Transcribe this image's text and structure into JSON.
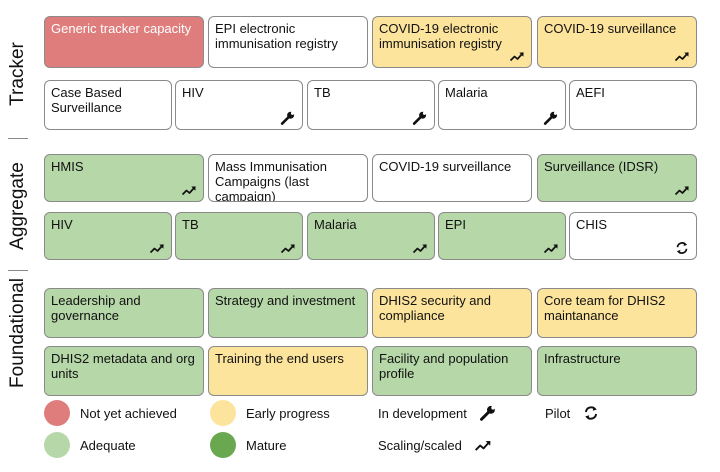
{
  "colors": {
    "not_yet_achieved": "#df7d7d",
    "early_progress": "#fde49c",
    "adequate": "#b6d7a8",
    "mature": "#6aa84f",
    "none": "#ffffff",
    "border": "#8a8a8a"
  },
  "sections": [
    {
      "label": "Tracker"
    },
    {
      "label": "Aggregate"
    },
    {
      "label": "Foundational"
    }
  ],
  "tracker": {
    "row1": [
      {
        "label": "Generic tracker capacity",
        "status": "not-yet",
        "marker": ""
      },
      {
        "label": "EPI electronic immunisation registry",
        "status": "none",
        "marker": ""
      },
      {
        "label": "COVID-19 electronic immunisation registry",
        "status": "early",
        "marker": "trend-up-icon"
      },
      {
        "label": "COVID-19 surveillance",
        "status": "early",
        "marker": "trend-up-icon"
      }
    ],
    "row2": [
      {
        "label": "Case Based Surveillance",
        "status": "none",
        "marker": ""
      },
      {
        "label": "HIV",
        "status": "none",
        "marker": "wrench-icon"
      },
      {
        "label": "TB",
        "status": "none",
        "marker": "wrench-icon"
      },
      {
        "label": "Malaria",
        "status": "none",
        "marker": "wrench-icon"
      },
      {
        "label": "AEFI",
        "status": "none",
        "marker": ""
      }
    ]
  },
  "aggregate": {
    "row1": [
      {
        "label": "HMIS",
        "status": "adequate",
        "marker": "trend-up-icon"
      },
      {
        "label": "Mass Immunisation Campaigns (last campaign)",
        "status": "none",
        "marker": ""
      },
      {
        "label": "COVID-19 surveillance",
        "status": "none",
        "marker": ""
      },
      {
        "label": "Surveillance (IDSR)",
        "status": "adequate",
        "marker": "trend-up-icon"
      }
    ],
    "row2": [
      {
        "label": "HIV",
        "status": "adequate",
        "marker": "trend-up-icon"
      },
      {
        "label": "TB",
        "status": "adequate",
        "marker": "trend-up-icon"
      },
      {
        "label": "Malaria",
        "status": "adequate",
        "marker": "trend-up-icon"
      },
      {
        "label": "EPI",
        "status": "adequate",
        "marker": "trend-up-icon"
      },
      {
        "label": "CHIS",
        "status": "none",
        "marker": "cycle-icon"
      }
    ]
  },
  "foundational": {
    "row1": [
      {
        "label": "Leadership and governance",
        "status": "adequate",
        "marker": ""
      },
      {
        "label": "Strategy and investment",
        "status": "adequate",
        "marker": ""
      },
      {
        "label": "DHIS2 security and compliance",
        "status": "early",
        "marker": ""
      },
      {
        "label": "Core team for DHIS2 maintanance",
        "status": "early",
        "marker": ""
      }
    ],
    "row2": [
      {
        "label": "DHIS2 metadata and org units",
        "status": "adequate",
        "marker": ""
      },
      {
        "label": "Training the end users",
        "status": "early",
        "marker": ""
      },
      {
        "label": "Facility and population profile",
        "status": "adequate",
        "marker": ""
      },
      {
        "label": "Infrastructure",
        "status": "adequate",
        "marker": ""
      }
    ]
  },
  "legend": {
    "not_yet_achieved": "Not yet achieved",
    "early_progress": "Early progress",
    "adequate": "Adequate",
    "mature": "Mature",
    "in_development": "In development",
    "pilot": "Pilot",
    "scaling_scaled": "Scaling/scaled"
  }
}
